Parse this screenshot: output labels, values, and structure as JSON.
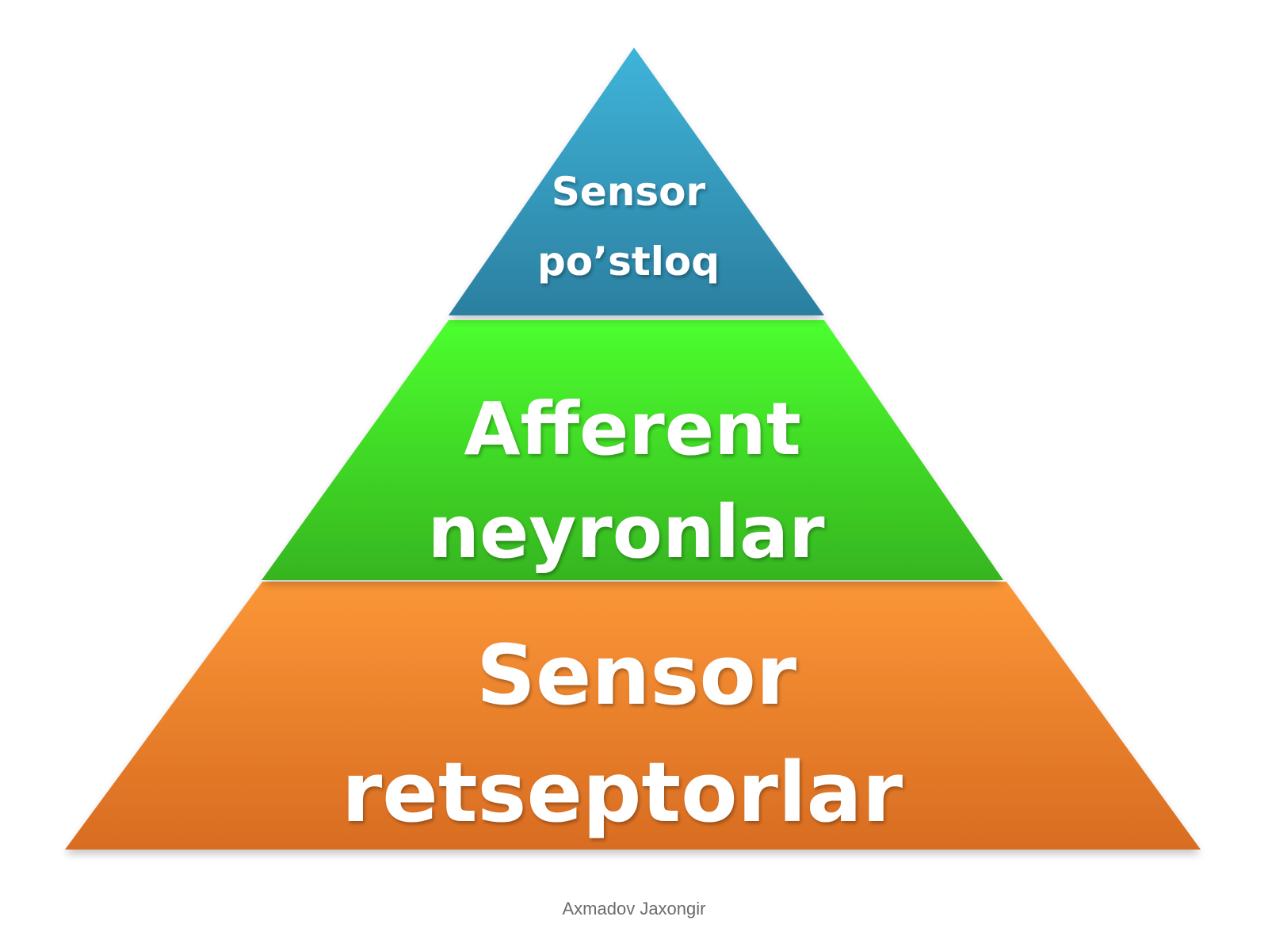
{
  "pyramid": {
    "top": {
      "lines": [
        "Sensor",
        "po’stloq"
      ],
      "color_top": "#3fb4d9",
      "color_bottom": "#2b7fa0"
    },
    "middle": {
      "lines": [
        "Afferent",
        "neyronlar"
      ],
      "color_top": "#4cff2e",
      "color_bottom": "#36b51f"
    },
    "bottom": {
      "lines": [
        "Sensor",
        "retseptorlar"
      ],
      "color_top": "#fb9636",
      "color_bottom": "#d86c22"
    }
  },
  "footer": {
    "author": "Axmadov Jaxongir"
  }
}
